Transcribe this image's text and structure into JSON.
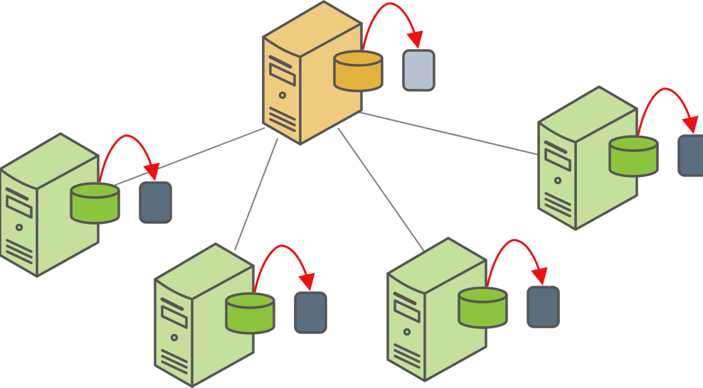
{
  "diagram": {
    "colors": {
      "stroke": "#555555",
      "link": "#808080",
      "arrow": "#EE1111",
      "primary_server": "#EFCB80",
      "primary_disk": "#E3B23C",
      "primary_device": "#B6C3CE",
      "replica_server": "#C5DF9D",
      "replica_disk": "#8CC43E",
      "replica_device": "#5A6E7D"
    },
    "nodes": [
      {
        "id": "primary",
        "role": "primary"
      },
      {
        "id": "replica-left",
        "role": "replica"
      },
      {
        "id": "replica-bottom-left",
        "role": "replica"
      },
      {
        "id": "replica-bottom-middle",
        "role": "replica"
      },
      {
        "id": "replica-right",
        "role": "replica"
      }
    ],
    "links": [
      [
        "primary",
        "replica-left"
      ],
      [
        "primary",
        "replica-bottom-left"
      ],
      [
        "primary",
        "replica-bottom-middle"
      ],
      [
        "primary",
        "replica-right"
      ]
    ]
  }
}
